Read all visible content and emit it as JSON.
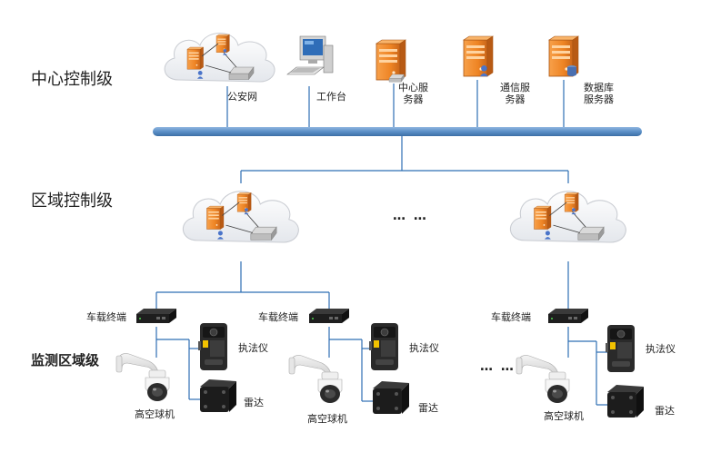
{
  "levels": {
    "center": "中心控制级",
    "region": "区域控制级",
    "monitor": "监测区域级"
  },
  "center_nodes": {
    "police_net": "公安网",
    "workstation": "工作台",
    "center_server": [
      "中心服",
      "务器"
    ],
    "comm_server": [
      "通信服",
      "务器"
    ],
    "db_server": [
      "数据库",
      "服务器"
    ]
  },
  "ellipsis": "…  …",
  "monitor_labels": {
    "vehicle_terminal": "车载终端",
    "law_recorder": "执法仪",
    "radar": "雷达",
    "dome_camera": "高空球机"
  },
  "colors": {
    "backbone": "#5b8fc7",
    "line": "#2e6fb3",
    "server_orange": "#f0892a",
    "cloud": "#eef0f3"
  }
}
